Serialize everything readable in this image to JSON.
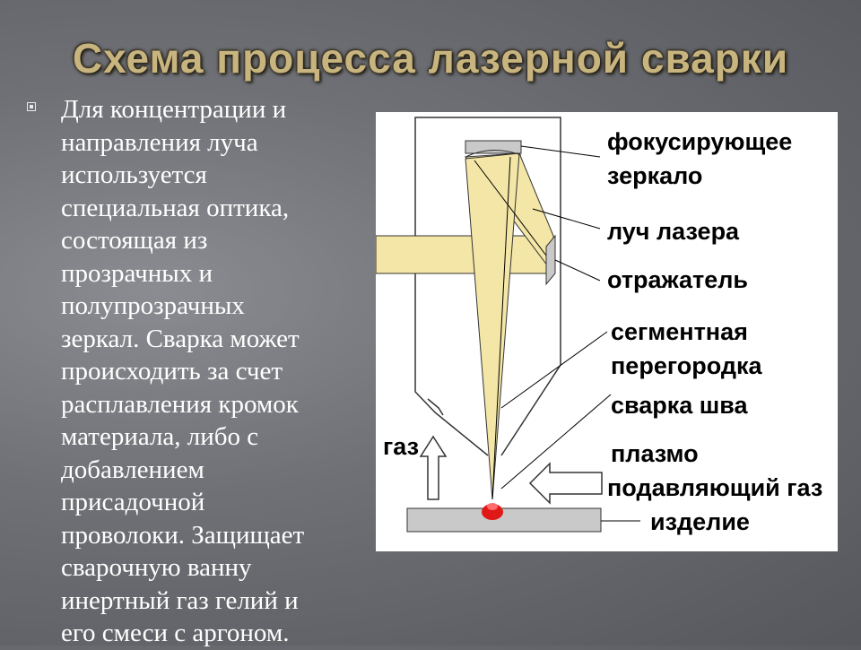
{
  "slide": {
    "title": "Схема процесса лазерной сварки",
    "body_text": "Для концентрации и\nнаправления луча\nиспользуется\nспециальная оптика,\nсостоящая из\nпрозрачных и\nполупрозрачных\nзеркал. Сварка может\nпроисходить за счет\nрасплавления кромок\nматериала, либо с\nдобавлением\nприсадочной\nпроволоки. Защищает\nсварочную ванну\nинертный газ гелий и\nего смеси с аргоном."
  },
  "diagram": {
    "labels": {
      "focusing_mirror_1": "фокусирующее",
      "focusing_mirror_2": "зеркало",
      "laser_beam": "луч лазера",
      "reflector": "отражатель",
      "segment_partition_1": "сегментная",
      "segment_partition_2": "перегородка",
      "seam_weld": "сварка шва",
      "plasma_gas_1": "плазмо",
      "plasma_gas_2": "подавляющий газ",
      "workpiece": "изделие",
      "gas": "газ"
    },
    "colors": {
      "beam": "#f3e6a6",
      "melt": "#e01818",
      "workpiece": "#c9c9c9"
    }
  }
}
